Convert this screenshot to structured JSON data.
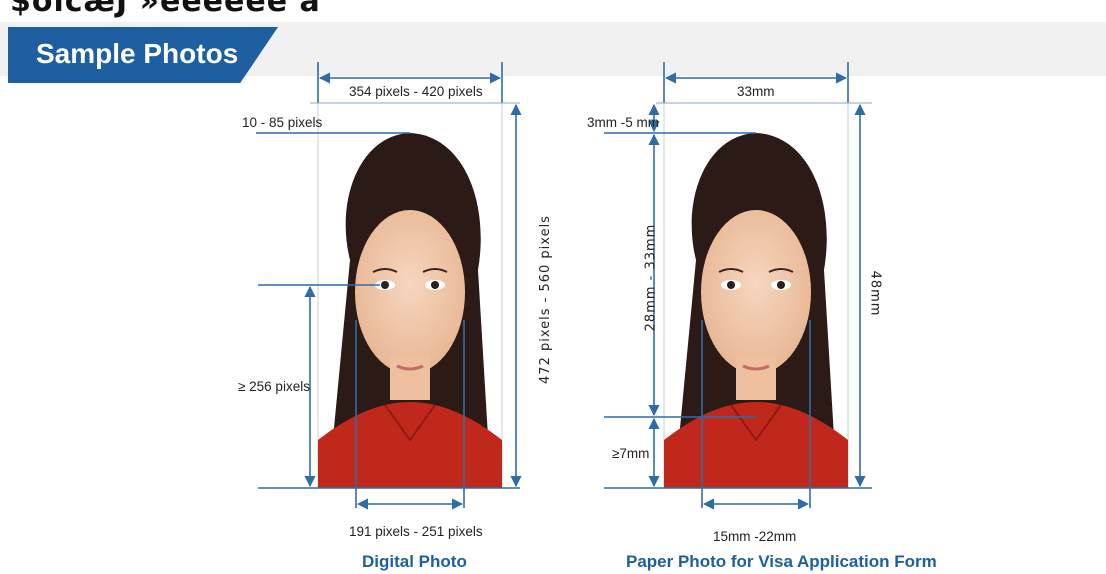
{
  "page": {
    "top_cut_text": "$ôïĉæĴ »éééééé ă"
  },
  "banner": {
    "title": "Sample Photos"
  },
  "digital": {
    "width_label": "354 pixels - 420 pixels",
    "top_margin_label": "10 - 85 pixels",
    "height_label": "472 pixels - 560 pixels",
    "eye_height_label": "≥ 256 pixels",
    "face_width_label": "191 pixels - 251 pixels",
    "caption": "Digital Photo"
  },
  "paper": {
    "width_label": "33mm",
    "top_margin_label": "3mm -5 mm",
    "head_height_label": "28mm - 33mm",
    "height_label": "48mm",
    "chin_bottom_label": "≥7mm",
    "face_width_label": "15mm -22mm",
    "caption": "Paper Photo for Visa Application Form"
  },
  "colors": {
    "accent": "#1d5fa0",
    "shirt": "#c0281c",
    "hair": "#2b1a16",
    "skin": "#f1c7a6",
    "guide": "#2e6ca8"
  }
}
